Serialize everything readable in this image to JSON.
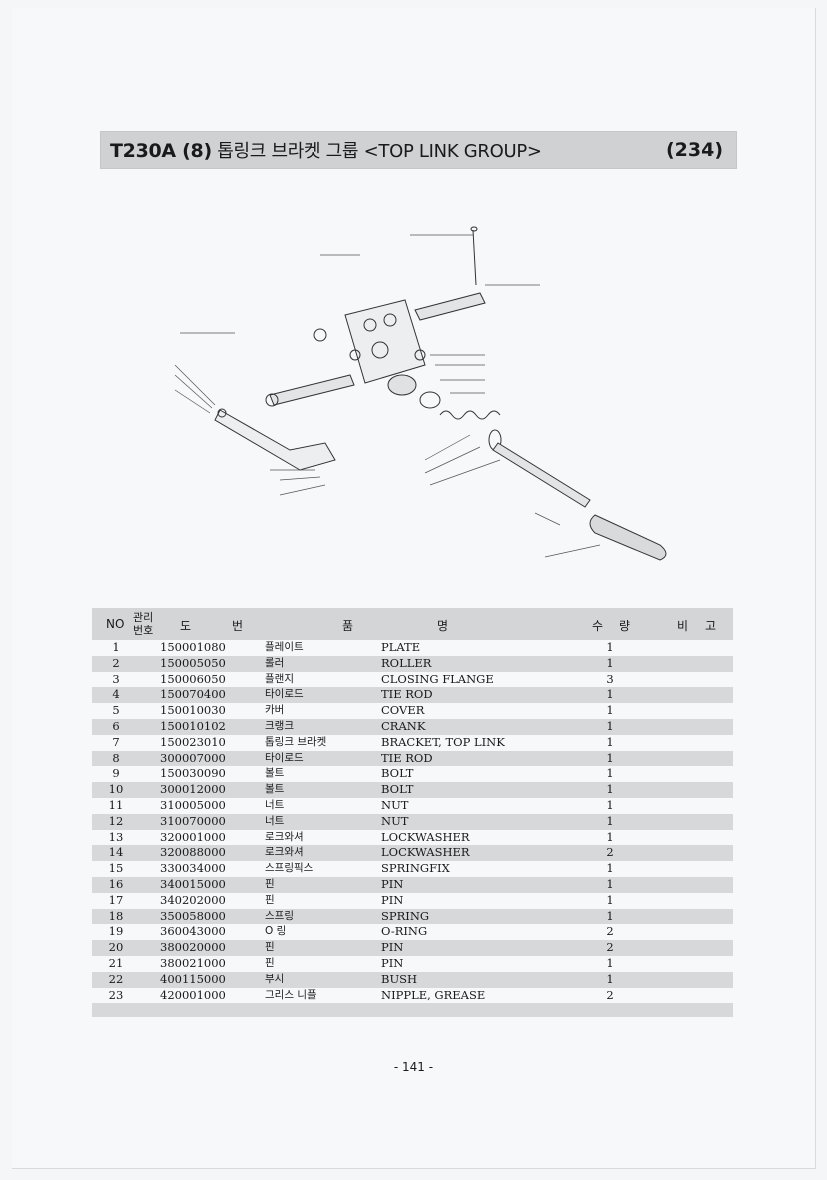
{
  "header": {
    "model": "T230A (8)",
    "title_kr": "톱링크 브라켓 그룹",
    "title_en": "<TOP LINK GROUP>",
    "code": "(234)"
  },
  "table": {
    "headers": {
      "no": "NO",
      "mgmt_1": "관리",
      "mgmt_2": "번호",
      "drawing_1": "도",
      "drawing_2": "번",
      "name_1": "품",
      "name_2": "명",
      "qty_1": "수",
      "qty_2": "량",
      "remark_1": "비",
      "remark_2": "고"
    },
    "rows": [
      {
        "no": "1",
        "part": "150001080",
        "kr": "플레이트",
        "en": "PLATE",
        "qty": "1"
      },
      {
        "no": "2",
        "part": "150005050",
        "kr": "롤러",
        "en": "ROLLER",
        "qty": "1"
      },
      {
        "no": "3",
        "part": "150006050",
        "kr": "플랜지",
        "en": "CLOSING FLANGE",
        "qty": "3"
      },
      {
        "no": "4",
        "part": "150070400",
        "kr": "타이로드",
        "en": "TIE ROD",
        "qty": "1"
      },
      {
        "no": "5",
        "part": "150010030",
        "kr": "카버",
        "en": "COVER",
        "qty": "1"
      },
      {
        "no": "6",
        "part": "150010102",
        "kr": "크랭크",
        "en": "CRANK",
        "qty": "1"
      },
      {
        "no": "7",
        "part": "150023010",
        "kr": "톱링크 브라켓",
        "en": "BRACKET, TOP LINK",
        "qty": "1"
      },
      {
        "no": "8",
        "part": "300007000",
        "kr": "타이로드",
        "en": "TIE ROD",
        "qty": "1"
      },
      {
        "no": "9",
        "part": "150030090",
        "kr": "볼트",
        "en": "BOLT",
        "qty": "1"
      },
      {
        "no": "10",
        "part": "300012000",
        "kr": "볼트",
        "en": "BOLT",
        "qty": "1"
      },
      {
        "no": "11",
        "part": "310005000",
        "kr": "너트",
        "en": "NUT",
        "qty": "1"
      },
      {
        "no": "12",
        "part": "310070000",
        "kr": "너트",
        "en": "NUT",
        "qty": "1"
      },
      {
        "no": "13",
        "part": "320001000",
        "kr": "로크와셔",
        "en": "LOCKWASHER",
        "qty": "1"
      },
      {
        "no": "14",
        "part": "320088000",
        "kr": "로크와셔",
        "en": "LOCKWASHER",
        "qty": "2"
      },
      {
        "no": "15",
        "part": "330034000",
        "kr": "스프링픽스",
        "en": "SPRINGFIX",
        "qty": "1"
      },
      {
        "no": "16",
        "part": "340015000",
        "kr": "핀",
        "en": "PIN",
        "qty": "1"
      },
      {
        "no": "17",
        "part": "340202000",
        "kr": "핀",
        "en": "PIN",
        "qty": "1"
      },
      {
        "no": "18",
        "part": "350058000",
        "kr": "스프링",
        "en": "SPRING",
        "qty": "1"
      },
      {
        "no": "19",
        "part": "360043000",
        "kr": "O 링",
        "en": "O-RING",
        "qty": "2"
      },
      {
        "no": "20",
        "part": "380020000",
        "kr": "핀",
        "en": "PIN",
        "qty": "2"
      },
      {
        "no": "21",
        "part": "380021000",
        "kr": "핀",
        "en": "PIN",
        "qty": "1"
      },
      {
        "no": "22",
        "part": "400115000",
        "kr": "부시",
        "en": "BUSH",
        "qty": "1"
      },
      {
        "no": "23",
        "part": "420001000",
        "kr": "그리스 니플",
        "en": "NIPPLE, GREASE",
        "qty": "2"
      }
    ]
  },
  "footer": {
    "page": "- 141 -"
  }
}
